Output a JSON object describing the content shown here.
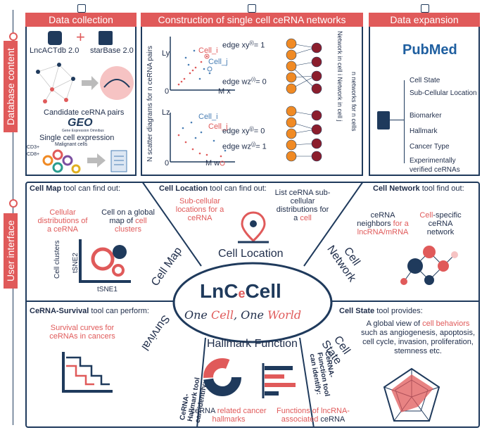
{
  "sections": {
    "data_collection": "Data collection",
    "construction": "Construction of single cell ceRNA networks",
    "data_expansion": "Data expansion"
  },
  "side_labels": {
    "database_content": "Database content",
    "user_interface": "User interface"
  },
  "data_collection": {
    "source1": "LncACTdb 2.0",
    "plus": "+",
    "source2": "starBase 2.0",
    "candidate": "Candidate ceRNA pairs",
    "geo": "GEO",
    "geo_sub": "Gene Expression Omnibus",
    "single_cell": "Single cell expression",
    "cd3": "CD3+",
    "cd8": "CD8+",
    "malignant": "Malignant cells"
  },
  "construction": {
    "ylabel": "N scatter diagrams for n ceRNA pairs",
    "plot1": {
      "y": "Ly",
      "x": "M x",
      "origin": "0",
      "cell_i": "Cell_i",
      "cell_j": "Cell_j",
      "edge_xy": "edge xy",
      "edge_xy_val": "= 1",
      "edge_wz": "edge wz",
      "edge_wz_val": "= 0",
      "sup": "(i)"
    },
    "plot2": {
      "y": "Lz",
      "x": "M w",
      "origin": "0",
      "cell_i": "Cell_i",
      "cell_j": "Cell_j",
      "edge_xy": "edge xy",
      "edge_xy_val": "= 0",
      "edge_wz": "edge wz",
      "edge_wz_val": "= 1",
      "sup": "(j)"
    },
    "network_label": "Network in cell i  Network in cell j",
    "n_networks": "n networks for n cells"
  },
  "data_expansion": {
    "pubmed": "PubMed",
    "items": [
      "Cell State",
      "Sub-Cellular Location",
      "Biomarker",
      "Hallmark",
      "Cancer Type",
      "Experimentally verified ceRNAs"
    ]
  },
  "cell_map": {
    "title_bold": "Cell Map",
    "title_rest": " tool can find out:",
    "left_text": "Cellular distributions of a ceRNA",
    "right_text_a": "Cell on a global map of ",
    "right_text_b": "cell clusters",
    "y_axis": "Cell clusters",
    "tsne2": "tSNE2",
    "tsne1": "tSNE1",
    "tab": "Cell Map"
  },
  "cell_location": {
    "title_bold": "Cell Location",
    "title_rest": " tool can find out:",
    "left_text": "Sub-cellular locations for a ceRNA",
    "right_text_a": "List ceRNA sub-cellular distributions for a ",
    "right_text_b": "cell",
    "tab": "Cell Location"
  },
  "cell_network": {
    "title_bold": "Cell Network",
    "title_rest": " tool find out:",
    "left_text_a": "ceRNA neighbors ",
    "left_text_b": "for a lncRNA/mRNA",
    "right_text_a": "Cell",
    "right_text_b": "-specific ceRNA network",
    "tab": "Cell Network"
  },
  "center": {
    "logo_a": "LnC",
    "logo_b": "e",
    "logo_c": "Cell",
    "slogan_a": "One ",
    "slogan_b": "Cell",
    "slogan_c": ", One ",
    "slogan_d": "World"
  },
  "survival": {
    "title_bold": "CeRNA-Survival",
    "title_rest": " tool can perform:",
    "text": "Survival curves for ceRNAs in cancers",
    "tab": "Survival"
  },
  "hallmark": {
    "title": "Hallmark Function",
    "left_tool": "CeRNA-Hallmark tool can identify:",
    "right_tool": "CeRNA-Function tool can identify:",
    "left_text_a": "ceRNA ",
    "left_text_b": "related cancer hallmarks",
    "right_text_a": "Functions of lncRNA-associated ",
    "right_text_b": "ceRNA"
  },
  "cell_state": {
    "title_bold": "Cell State",
    "title_rest": " tool provides:",
    "text_a": "A global view of ",
    "text_b": "cell behaviors",
    "text_c": " such as angiogenesis, apoptosis, cell cycle, invasion, proliferation, stemness etc.",
    "tab": "Cell State"
  },
  "colors": {
    "accent": "#e05a5a",
    "navy": "#1f3a5c",
    "orange": "#f08a24"
  }
}
